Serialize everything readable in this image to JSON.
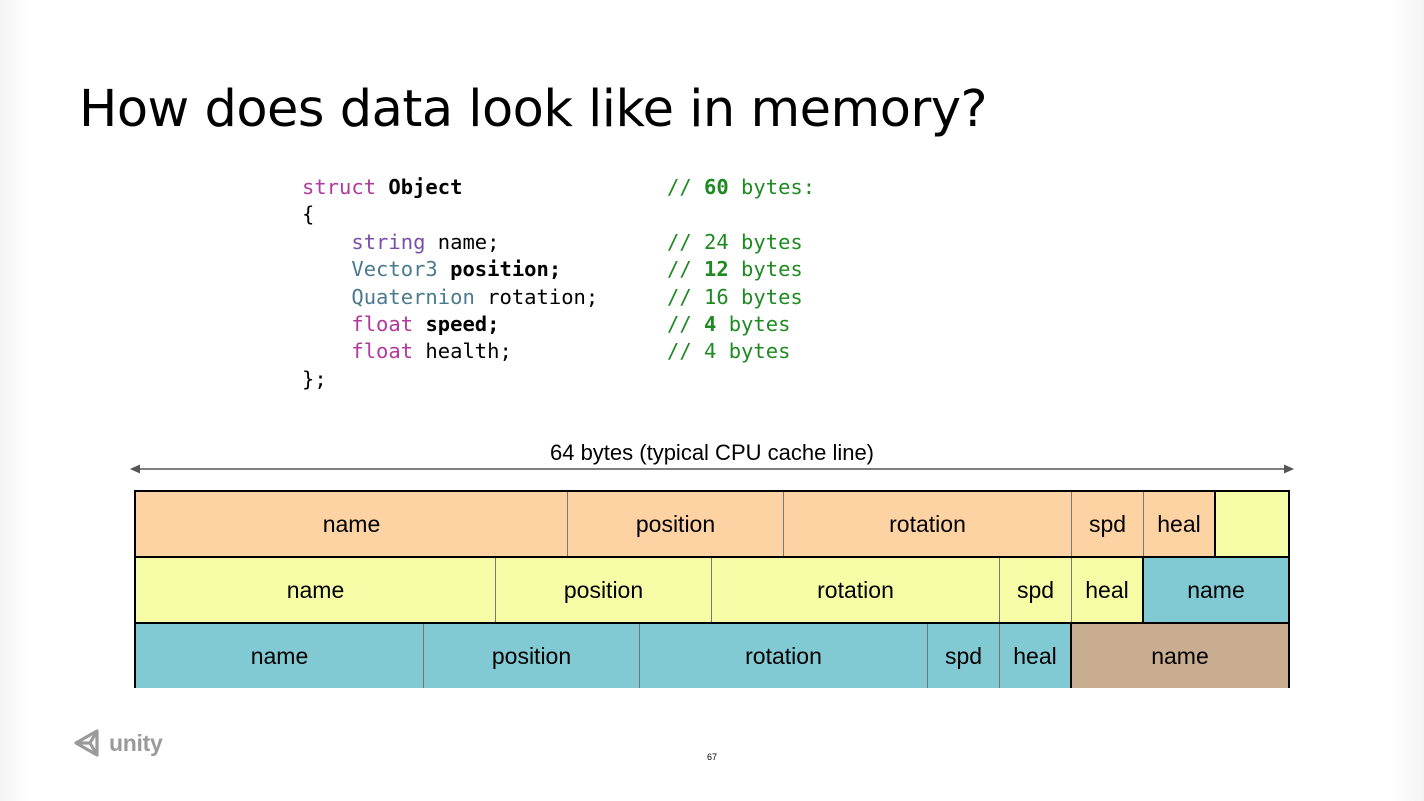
{
  "slide": {
    "title": "How does data look like in memory?",
    "page_number": "67",
    "logo_text": "unity"
  },
  "code": {
    "lines": [
      {
        "indent": "",
        "parts": [
          {
            "t": "struct",
            "s": "kw"
          },
          {
            "t": " "
          },
          {
            "t": "Object",
            "s": "b"
          }
        ],
        "comment": [
          {
            "t": "// "
          },
          {
            "t": "60",
            "s": "b"
          },
          {
            "t": " bytes:"
          }
        ]
      },
      {
        "indent": "",
        "parts": [
          {
            "t": "{"
          }
        ],
        "comment": []
      },
      {
        "indent": "    ",
        "parts": [
          {
            "t": "string",
            "s": "ty"
          },
          {
            "t": " name;"
          }
        ],
        "comment": [
          {
            "t": "// 24 bytes"
          }
        ]
      },
      {
        "indent": "    ",
        "parts": [
          {
            "t": "Vector3",
            "s": "cls"
          },
          {
            "t": " "
          },
          {
            "t": "position;",
            "s": "b"
          }
        ],
        "comment": [
          {
            "t": "// "
          },
          {
            "t": "12",
            "s": "b"
          },
          {
            "t": " bytes"
          }
        ]
      },
      {
        "indent": "    ",
        "parts": [
          {
            "t": "Quaternion",
            "s": "cls"
          },
          {
            "t": " rotation;"
          }
        ],
        "comment": [
          {
            "t": "// 16 bytes"
          }
        ]
      },
      {
        "indent": "    ",
        "parts": [
          {
            "t": "float",
            "s": "kw"
          },
          {
            "t": " "
          },
          {
            "t": "speed;",
            "s": "b"
          }
        ],
        "comment": [
          {
            "t": "// "
          },
          {
            "t": "4",
            "s": "b"
          },
          {
            "t": " bytes"
          }
        ]
      },
      {
        "indent": "    ",
        "parts": [
          {
            "t": "float",
            "s": "kw"
          },
          {
            "t": " health;"
          }
        ],
        "comment": [
          {
            "t": "// 4 bytes"
          }
        ]
      },
      {
        "indent": "",
        "parts": [
          {
            "t": "};"
          }
        ],
        "comment": []
      }
    ]
  },
  "memory": {
    "label": "64 bytes (typical CPU cache line)",
    "total_bytes": 64,
    "colors": {
      "obj1": "#fdd3a4",
      "obj2": "#f6fba6",
      "obj3": "#82cad3",
      "obj4": "#c8ad90"
    },
    "rows": [
      [
        {
          "label": "name",
          "bytes": 24,
          "color": "obj1"
        },
        {
          "label": "position",
          "bytes": 12,
          "color": "obj1"
        },
        {
          "label": "rotation",
          "bytes": 16,
          "color": "obj1"
        },
        {
          "label": "spd",
          "bytes": 4,
          "color": "obj1"
        },
        {
          "label": "heal",
          "bytes": 4,
          "color": "obj1"
        },
        {
          "label": "",
          "bytes": 4,
          "color": "obj2"
        }
      ],
      [
        {
          "label": "name",
          "bytes": 20,
          "color": "obj2"
        },
        {
          "label": "position",
          "bytes": 12,
          "color": "obj2"
        },
        {
          "label": "rotation",
          "bytes": 16,
          "color": "obj2"
        },
        {
          "label": "spd",
          "bytes": 4,
          "color": "obj2"
        },
        {
          "label": "heal",
          "bytes": 4,
          "color": "obj2"
        },
        {
          "label": "name",
          "bytes": 8,
          "color": "obj3"
        }
      ],
      [
        {
          "label": "name",
          "bytes": 16,
          "color": "obj3"
        },
        {
          "label": "position",
          "bytes": 12,
          "color": "obj3"
        },
        {
          "label": "rotation",
          "bytes": 16,
          "color": "obj3"
        },
        {
          "label": "spd",
          "bytes": 4,
          "color": "obj3"
        },
        {
          "label": "heal",
          "bytes": 4,
          "color": "obj3"
        },
        {
          "label": "name",
          "bytes": 12,
          "color": "obj4"
        }
      ]
    ]
  }
}
